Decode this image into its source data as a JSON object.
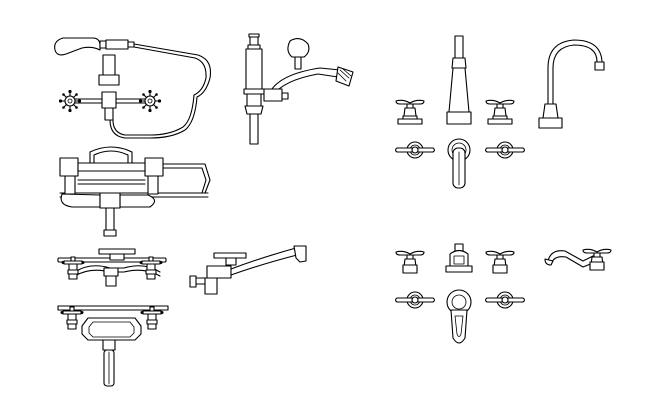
{
  "drawing": {
    "background": "#ffffff",
    "line_color": "#000000",
    "labels": [],
    "blocks": [
      {
        "icon": "bath-mixer-with-hose-icon",
        "view": "front"
      },
      {
        "icon": "kitchen-bridge-faucet-icon",
        "view": "front"
      },
      {
        "icon": "bridge-faucet-top-icon",
        "view": "top"
      },
      {
        "icon": "wall-mount-bath-mixer-icon",
        "view": "front"
      },
      {
        "icon": "wall-spout-faucet-icon",
        "view": "side"
      },
      {
        "icon": "wall-mixer-top-icon",
        "view": "top"
      },
      {
        "icon": "widespread-faucet-front-icon",
        "view": "front"
      },
      {
        "icon": "gooseneck-faucet-side-icon",
        "view": "side"
      },
      {
        "icon": "widespread-faucet-top-icon",
        "view": "top"
      },
      {
        "icon": "lever-faucet-front-icon",
        "view": "front"
      },
      {
        "icon": "lever-faucet-side-icon",
        "view": "side"
      },
      {
        "icon": "lever-faucet-top-icon",
        "view": "top"
      }
    ]
  }
}
